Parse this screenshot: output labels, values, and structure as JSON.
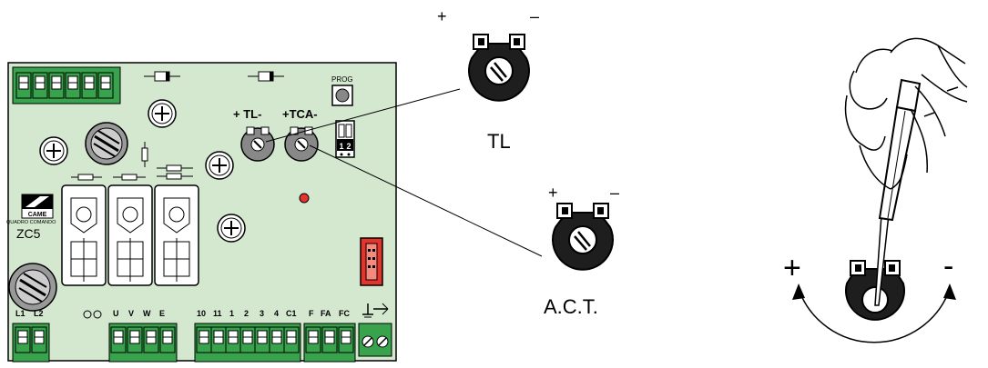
{
  "board": {
    "brand": "CAME",
    "subtitle": "QUADRO COMANDO",
    "model": "ZC5",
    "prog": "PROG",
    "trimmer_labels": {
      "tl": "+ TL-",
      "tca": "+TCA-"
    },
    "dip": [
      "1",
      "2"
    ],
    "terminals": [
      "L1",
      "L2",
      "U",
      "V",
      "W",
      "E",
      "10",
      "11",
      "1",
      "2",
      "3",
      "4",
      "C1",
      "F",
      "FA",
      "FC"
    ]
  },
  "detail_tl": {
    "plus": "+",
    "minus": "–",
    "label": "TL"
  },
  "detail_act": {
    "plus": "+",
    "minus": "–",
    "label": "A.C.T."
  },
  "screwdriver": {
    "plus": "+",
    "minus": "-"
  },
  "colors": {
    "board": "#d3e8cf",
    "green": "#38a24d",
    "dark_green": "#1f6e35",
    "grey": "#888888",
    "red": "#e5342b"
  }
}
